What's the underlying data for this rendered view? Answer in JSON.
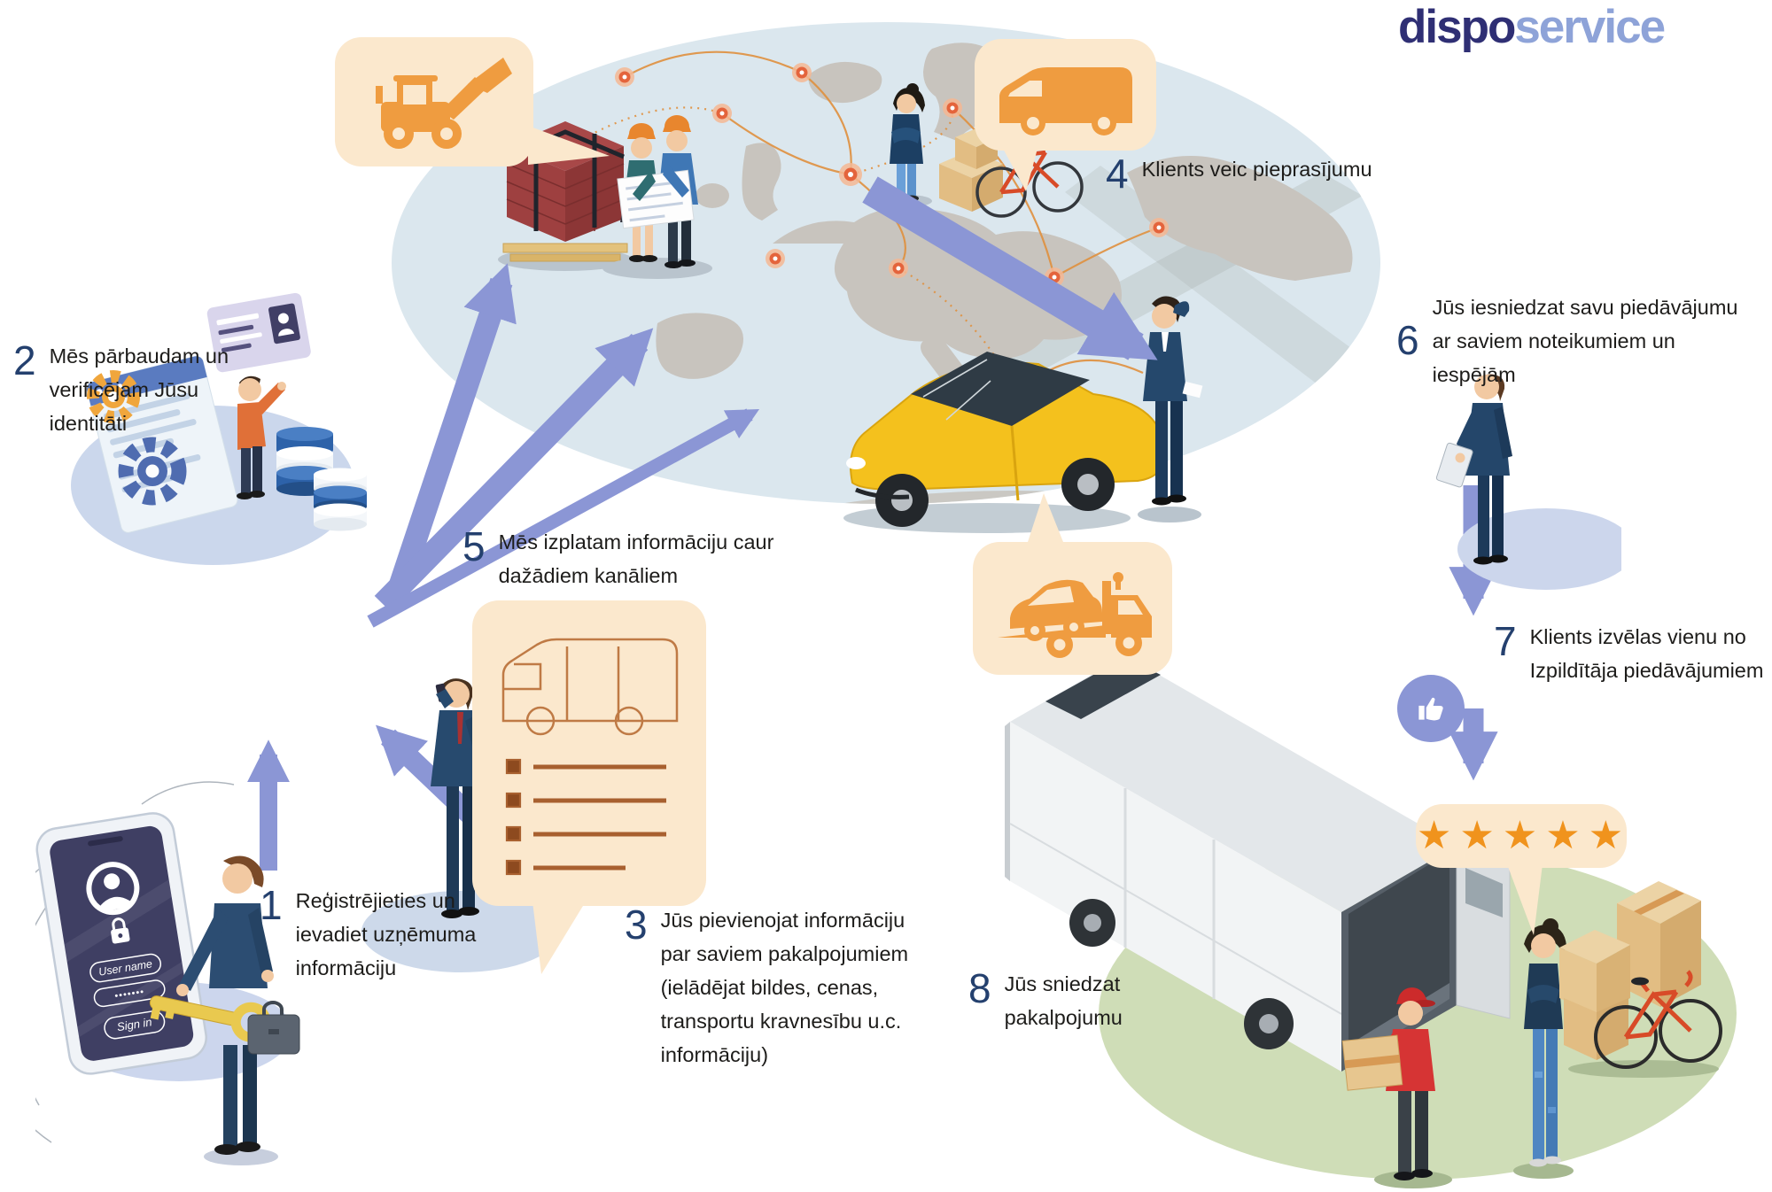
{
  "logo": {
    "part1": "dispo",
    "part2": "service"
  },
  "steps": [
    {
      "num": "1",
      "text": "Reģistrējieties un ievadiet uzņēmuma informāciju"
    },
    {
      "num": "2",
      "text": "Mēs pārbaudam un verificējam Jūsu identitāti"
    },
    {
      "num": "3",
      "text": "Jūs pievienojat informāciju par saviem pakalpojumiem (ielādējat bildes, cenas, transportu kravnesību u.c. informāciju)"
    },
    {
      "num": "4",
      "text": "Klients veic pieprasījumu"
    },
    {
      "num": "5",
      "text": "Mēs izplatam informāciju caur dažādiem kanāliem"
    },
    {
      "num": "6",
      "text": "Jūs iesniedzat savu piedāvājumu ar saviem noteikumiem un iespējām"
    },
    {
      "num": "7",
      "text": "Klients izvēlas vienu no Izpildītāja piedāvājumiem"
    },
    {
      "num": "8",
      "text": "Jūs sniedzat pakalpojumu"
    }
  ],
  "phone": {
    "username_label": "User name",
    "password_mask": "•••••••",
    "sign_in_label": "Sign in"
  },
  "rating": {
    "stars": "★★★★★",
    "value": 5
  },
  "icons": {
    "telehandler": "tractor-loader-icon",
    "cargo_van": "cargo-van-icon",
    "tow_truck": "tow-truck-icon",
    "thumbs_up": "thumbs-up-icon",
    "checklist_van": "van-checklist-icon",
    "star": "★"
  },
  "colors": {
    "accent_orange": "#ef9c40",
    "bubble_cream": "#fbe8cd",
    "arrow_blue": "#8b96d5",
    "number_navy": "#24406e",
    "map_blue": "#dbe7ee",
    "green_zone": "#cfddb7",
    "logo_dark": "#2f2f74",
    "logo_light": "#8ea3d8"
  }
}
